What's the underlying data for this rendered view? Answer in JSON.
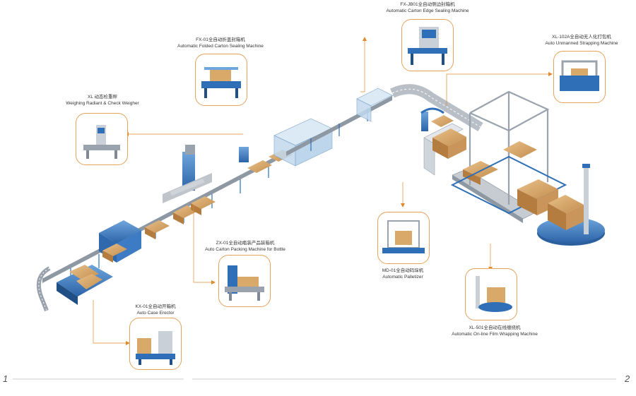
{
  "machines": [
    {
      "id": "weigher",
      "cn": "XL 动态检重秤",
      "en": "Weighing Radiant & Check Weigher"
    },
    {
      "id": "folded",
      "cn": "FX-01全自动折盖封箱机",
      "en": "Automatic Folded Carton Sealing Machine"
    },
    {
      "id": "edge",
      "cn": "FX-JB01全自动侧边封箱机",
      "en": "Automatic Carton Edge Sealing Machine"
    },
    {
      "id": "strapping",
      "cn": "XL-102A全自动无人化打包机",
      "en": "Auto Unmanned Strapping Machine"
    },
    {
      "id": "packing",
      "cn": "ZX-01全自动瓶装产品装箱机",
      "en": "Auto Carton Packing Machine for Bottle"
    },
    {
      "id": "erector",
      "cn": "KX-01全自动开箱机",
      "en": "Auto Case Erector"
    },
    {
      "id": "palletizer",
      "cn": "MD-01全自动码垛机",
      "en": "Automatic Palletizer"
    },
    {
      "id": "wrapping",
      "cn": "XL-501全自动在线缠绕机",
      "en": "Automatic On-line Film Wrapping Machine"
    }
  ],
  "pages": {
    "left": "1",
    "right": "2"
  },
  "colors": {
    "frame": "#e5a25a",
    "leader": "#e08a2c",
    "machine_blue": "#2e6fb8",
    "conveyor": "#9aa3ad",
    "carton": "#d9a96a",
    "rule": "#bbbbbb"
  }
}
